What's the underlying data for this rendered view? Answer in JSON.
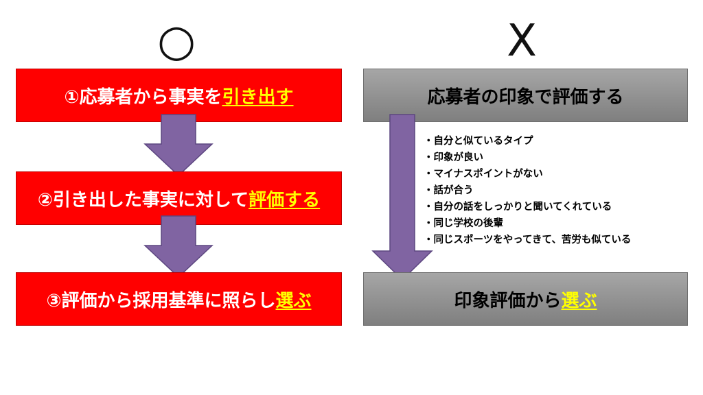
{
  "marks": {
    "ok": "○",
    "ng": "X"
  },
  "good_flow": {
    "step1": {
      "text": "①応募者から事実を",
      "highlight": "引き出す"
    },
    "step2": {
      "text": "②引き出した事実に対して",
      "highlight": "評価する"
    },
    "step3": {
      "text": "③評価から採用基準に照らし",
      "highlight": "選ぶ"
    }
  },
  "bad_flow": {
    "top": "応募者の印象で評価する",
    "bottom": {
      "text": "印象評価から",
      "highlight": "選ぶ"
    },
    "reasons": [
      "・自分と似ているタイプ",
      "・印象が良い",
      "・マイナスポイントがない",
      "・話が合う",
      "・自分の話をしっかりと聞いてくれている",
      "・同じ学校の後輩",
      "・同じスポーツをやってきて、苦労も似ている"
    ]
  },
  "colors": {
    "good_box": "#ff0000",
    "bad_box": "#8c8c8c",
    "highlight": "#ffff00",
    "arrow": "#8064a2"
  }
}
